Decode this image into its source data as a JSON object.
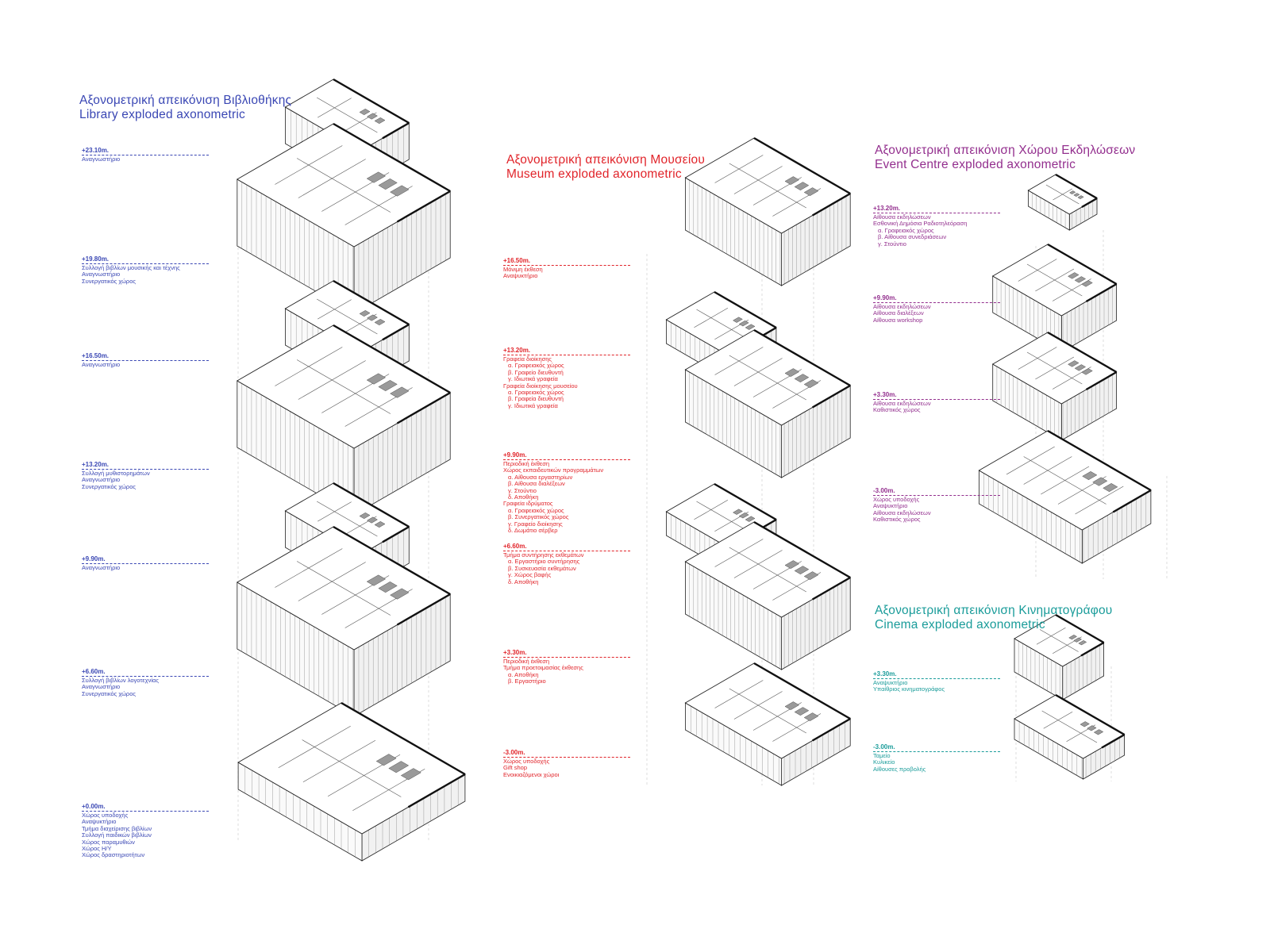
{
  "colors": {
    "library": "#3a47b4",
    "museum": "#e1242a",
    "event": "#932f8e",
    "cinema": "#1a9c9a"
  },
  "library": {
    "title_gr": "Αξονομετρική απεικόνιση Βιβλιοθήκης",
    "title_en": "Library exploded axonometric",
    "levels": [
      {
        "elevation": "+23.10m.",
        "rooms": [
          "Αναγνωστήριο"
        ]
      },
      {
        "elevation": "+19.80m.",
        "rooms": [
          "Συλλογή βιβλίων μουσικής και τέχνης",
          "Αναγνωστήριο",
          "Συνεργατικός χώρος"
        ]
      },
      {
        "elevation": "+16.50m.",
        "rooms": [
          "Αναγνωστήριο"
        ]
      },
      {
        "elevation": "+13.20m.",
        "rooms": [
          "Συλλογή μυθιστορημάτων",
          "Αναγνωστήριο",
          "Συνεργατικός χώρος"
        ]
      },
      {
        "elevation": "+9.90m.",
        "rooms": [
          "Αναγνωστήριο"
        ]
      },
      {
        "elevation": "+6.60m.",
        "rooms": [
          "Συλλογή βιβλίων λογοτεχνίας",
          "Αναγνωστήριο",
          "Συνεργατικός χώρος"
        ]
      },
      {
        "elevation": "+0.00m.",
        "rooms": [
          "Χώρος υποδοχής",
          "Αναψυκτήριο",
          "Τμήμα διαχείρισης βιβλίων",
          "Συλλογή παιδικών βιβλίων",
          "Χώρος παραμυθιών",
          "Χώρος Η/Υ",
          "Χώρος δραστηριοτήτων"
        ]
      }
    ]
  },
  "museum": {
    "title_gr": "Αξονομετρική απεικόνιση Μουσείου",
    "title_en": "Museum exploded axonometric",
    "levels": [
      {
        "elevation": "+16.50m.",
        "rooms": [
          "Μόνιμη έκθεση",
          "Αναψυκτήριο"
        ]
      },
      {
        "elevation": "+13.20m.",
        "rooms": [
          "Γραφεία διοίκησης",
          "α. Γραφειακός χώρος",
          "β. Γραφείο διευθυντή",
          "γ. Ιδιωτικά γραφεία",
          "Γραφεία διοίκησης μουσείου",
          "α. Γραφειακός χώρος",
          "β. Γραφεία διευθυντή",
          "γ. Ιδιωτικά γραφεία"
        ]
      },
      {
        "elevation": "+9.90m.",
        "rooms": [
          "Περιοδική έκθεση",
          "Χώρος εκπαιδευτικών προγραμμάτων",
          "α. Αίθουσα εργαστηρίων",
          "β. Αίθουσα διαλέξεων",
          "γ. Στούντιο",
          "δ. Αποθήκη",
          "Γραφεία ιδρύματος",
          "α. Γραφειακός χώρος",
          "β. Συνεργατικός χώρος",
          "γ. Γραφείο διοίκησης",
          "δ. Δωμάτιο σέρβερ"
        ]
      },
      {
        "elevation": "+6.60m.",
        "rooms": [
          "Τμήμα συντήρησης εκθεμάτων",
          "α. Εργαστήριο συντήρησης",
          "β. Συσκευασία εκθεμάτων",
          "γ. Χώρος βαφής",
          "δ. Αποθήκη"
        ]
      },
      {
        "elevation": "+3.30m.",
        "rooms": [
          "Περιοδική έκθεση",
          "Τμήμα προετοιμασίας έκθεσης",
          "α. Αποθήκη",
          "β. Εργαστήριο"
        ]
      },
      {
        "elevation": "-3.00m.",
        "rooms": [
          "Χώρος υποδοχής",
          "Gift shop",
          "Ενοικιαζόμενοι χώροι"
        ]
      }
    ]
  },
  "event": {
    "title_gr": "Αξονομετρική απεικόνιση Χώρου Εκδηλώσεων",
    "title_en": "Event Centre exploded axonometric",
    "levels": [
      {
        "elevation": "+13.20m.",
        "rooms": [
          "Αίθουσα εκδηλώσεων",
          "Εσθονική Δημόσια Ραδιοτηλεόραση",
          "α. Γραφειακός χώρος",
          "β. Αίθουσα συνεδριάσεων",
          "γ. Στούντιο"
        ]
      },
      {
        "elevation": "+9.90m.",
        "rooms": [
          "Αίθουσα εκδηλώσεων",
          "Αίθουσα διαλέξεων",
          "Αίθουσα workshop"
        ]
      },
      {
        "elevation": "+3.30m.",
        "rooms": [
          "Αίθουσα εκδηλώσεων",
          "Καθιστικός χώρος"
        ]
      },
      {
        "elevation": "-3.00m.",
        "rooms": [
          "Χώρος υποδοχής",
          "Αναψυκτήριο",
          "Αίθουσα εκδηλώσεων",
          "Καθιστικός χώρος"
        ]
      }
    ]
  },
  "cinema": {
    "title_gr": "Αξονομετρική απεικόνιση Κινηματογράφου",
    "title_en": "Cinema exploded axonometric",
    "levels": [
      {
        "elevation": "+3.30m.",
        "rooms": [
          "Αναψυκτήριο",
          "Υπαίθριος κινηματογράφος"
        ]
      },
      {
        "elevation": "-3.00m.",
        "rooms": [
          "Ταμείο",
          "Κυλικείο",
          "Αίθουσες προβολής"
        ]
      }
    ]
  }
}
